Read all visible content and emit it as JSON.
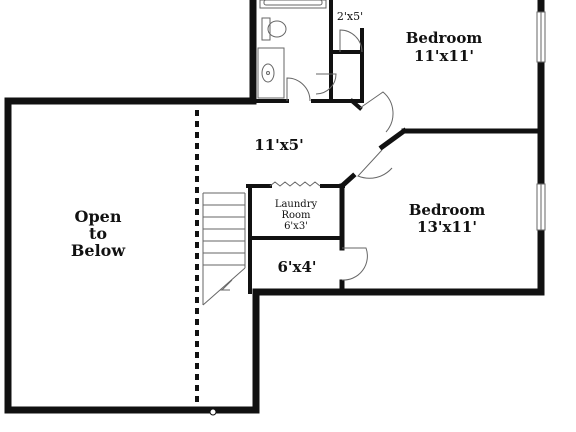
{
  "colors": {
    "wall": "#111111",
    "fixture": "#666666",
    "background": "#ffffff"
  },
  "rooms": {
    "bedroom_top": {
      "name": "Bedroom",
      "size": "11'x11'"
    },
    "bedroom_right": {
      "name": "Bedroom",
      "size": "13'x11'"
    },
    "hallway": {
      "size": "11'x5'"
    },
    "closet_top": {
      "size": "2'x5'"
    },
    "laundry": {
      "line1": "Laundry",
      "line2": "Room",
      "size": "6'x3'"
    },
    "closet_small": {
      "size": "6'x4'"
    },
    "open_to_below": {
      "line1": "Open",
      "line2": "to",
      "line3": "Below"
    }
  }
}
